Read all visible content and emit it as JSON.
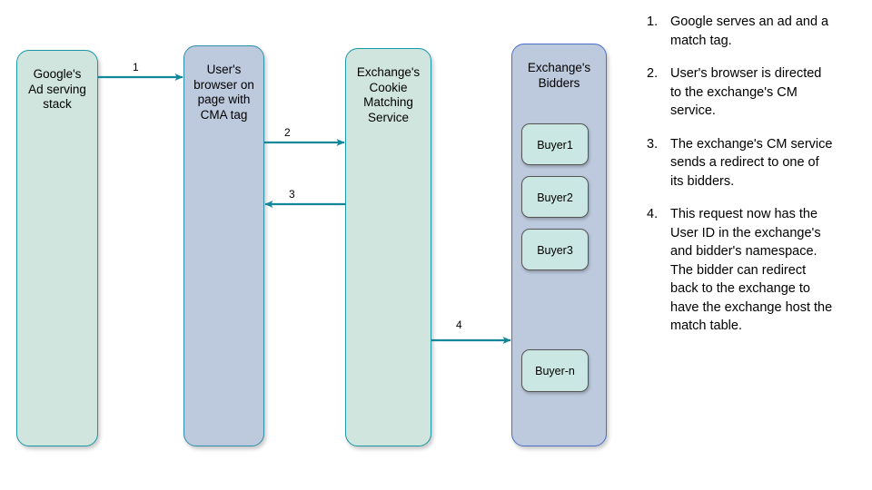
{
  "diagram": {
    "type": "cookie-matching-flow",
    "lanes": [
      {
        "id": "google-ad-serving",
        "label": "Google's\nAd serving\nstack",
        "color": "#cfe5dd",
        "border": "#1b97a8"
      },
      {
        "id": "user-browser",
        "label": "User's\nbrowser on\npage with\nCMA tag",
        "color": "#bdcade",
        "border": "#2f8fa8"
      },
      {
        "id": "exchange-cm-service",
        "label": "Exchange's\nCookie\nMatching\nService",
        "color": "#cfe5dd",
        "border": "#1b97a8"
      },
      {
        "id": "exchange-bidders",
        "label": "Exchange's\nBidders",
        "color": "#bdcade",
        "border": "#4a6fc4"
      }
    ],
    "buyers": [
      {
        "id": "buyer1",
        "label": "Buyer1"
      },
      {
        "id": "buyer2",
        "label": "Buyer2"
      },
      {
        "id": "buyer3",
        "label": "Buyer3"
      },
      {
        "id": "buyern",
        "label": "Buyer-n"
      }
    ],
    "arrows": [
      {
        "id": "arrow-1",
        "label": "1",
        "from": "google-ad-serving",
        "to": "user-browser",
        "direction": "right"
      },
      {
        "id": "arrow-2",
        "label": "2",
        "from": "user-browser",
        "to": "exchange-cm-service",
        "direction": "right"
      },
      {
        "id": "arrow-3",
        "label": "3",
        "from": "exchange-cm-service",
        "to": "user-browser",
        "direction": "left"
      },
      {
        "id": "arrow-4",
        "label": "4",
        "from": "exchange-cm-service",
        "to": "exchange-bidders",
        "direction": "right"
      }
    ],
    "arrow_color": "#12879a"
  },
  "steps": [
    {
      "num": "1.",
      "text": "Google serves an ad and a match tag."
    },
    {
      "num": "2.",
      "text": "User's browser is directed to the exchange's CM service."
    },
    {
      "num": "3.",
      "text": "The exchange's CM service sends a redirect to one of its bidders."
    },
    {
      "num": "4.",
      "text": "This request now has the User ID in the exchange's and bidder's namespace. The bidder can redirect back to the exchange to have the exchange host the match table."
    }
  ]
}
